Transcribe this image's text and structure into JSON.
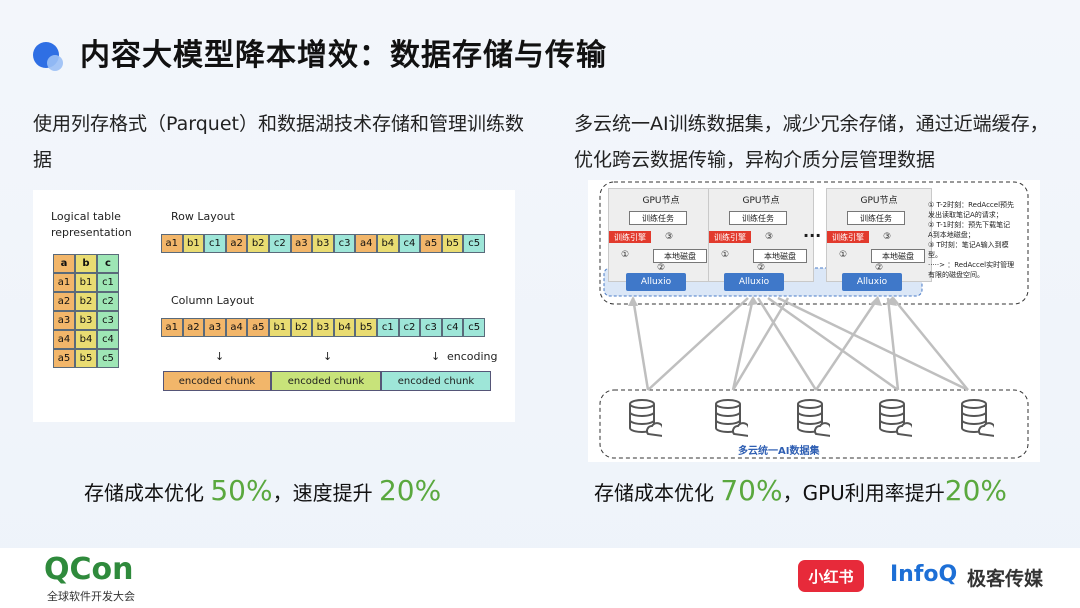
{
  "title": "内容大模型降本增效：数据存储与传输",
  "left": {
    "desc": "使用列存格式（Parquet）和数据湖技术存储和管理训练数据",
    "figure": {
      "logical_label_1": "Logical table",
      "logical_label_2": "representation",
      "row_layout_label": "Row Layout",
      "column_layout_label": "Column Layout",
      "encoding_label": "encoding",
      "headers": [
        "a",
        "b",
        "c"
      ],
      "table_rows": [
        [
          "a1",
          "b1",
          "c1"
        ],
        [
          "a2",
          "b2",
          "c2"
        ],
        [
          "a3",
          "b3",
          "c3"
        ],
        [
          "a4",
          "b4",
          "c4"
        ],
        [
          "a5",
          "b5",
          "c5"
        ]
      ],
      "row_layout": [
        "a1",
        "b1",
        "c1",
        "a2",
        "b2",
        "c2",
        "a3",
        "b3",
        "c3",
        "a4",
        "b4",
        "c4",
        "a5",
        "b5",
        "c5"
      ],
      "column_layout": [
        "a1",
        "a2",
        "a3",
        "a4",
        "a5",
        "b1",
        "b2",
        "b3",
        "b4",
        "b5",
        "c1",
        "c2",
        "c3",
        "c4",
        "c5"
      ],
      "chunks": [
        "encoded chunk",
        "encoded chunk",
        "encoded chunk"
      ]
    },
    "stat_prefix": "存储成本优化 ",
    "stat_value1": "50%",
    "stat_mid": "，速度提升 ",
    "stat_value2": "20%"
  },
  "right": {
    "desc": "多云统一AI训练数据集，减少冗余存储，通过近端缓存，优化跨云数据传输，异构介质分层管理数据",
    "figure": {
      "gpu_node": "GPU节点",
      "train_task": "训练任务",
      "train_engine": "训练引擎",
      "local_disk": "本地磁盘",
      "alluxio": "Alluxio",
      "ellipsis": "...",
      "n1": "①",
      "n2": "②",
      "n3": "③",
      "notes": [
        "① T-2时刻：RedAccel预先",
        "发出读取笔记A的请求；",
        "② T-1时刻：预先下载笔记",
        "A到本地磁盘；",
        "③ T时刻：笔记A输入到模",
        "型。",
        "·····> ：RedAccel实时管理",
        "有限的磁盘空间。"
      ],
      "dataset_label": "多云统一AI数据集"
    },
    "stat_prefix": "存储成本优化 ",
    "stat_value1": "70%",
    "stat_mid": "，GPU利用率提升",
    "stat_value2": "20%"
  },
  "footer": {
    "qcon": "QCon",
    "qcon_sub": "全球软件开发大会",
    "xhs": "小红书",
    "infoq": "InfoQ",
    "geek": "极客传媒"
  },
  "colors": {
    "accent_green": "#5aa83e",
    "brand_blue": "#2f6fe4",
    "red": "#e23a2d"
  }
}
